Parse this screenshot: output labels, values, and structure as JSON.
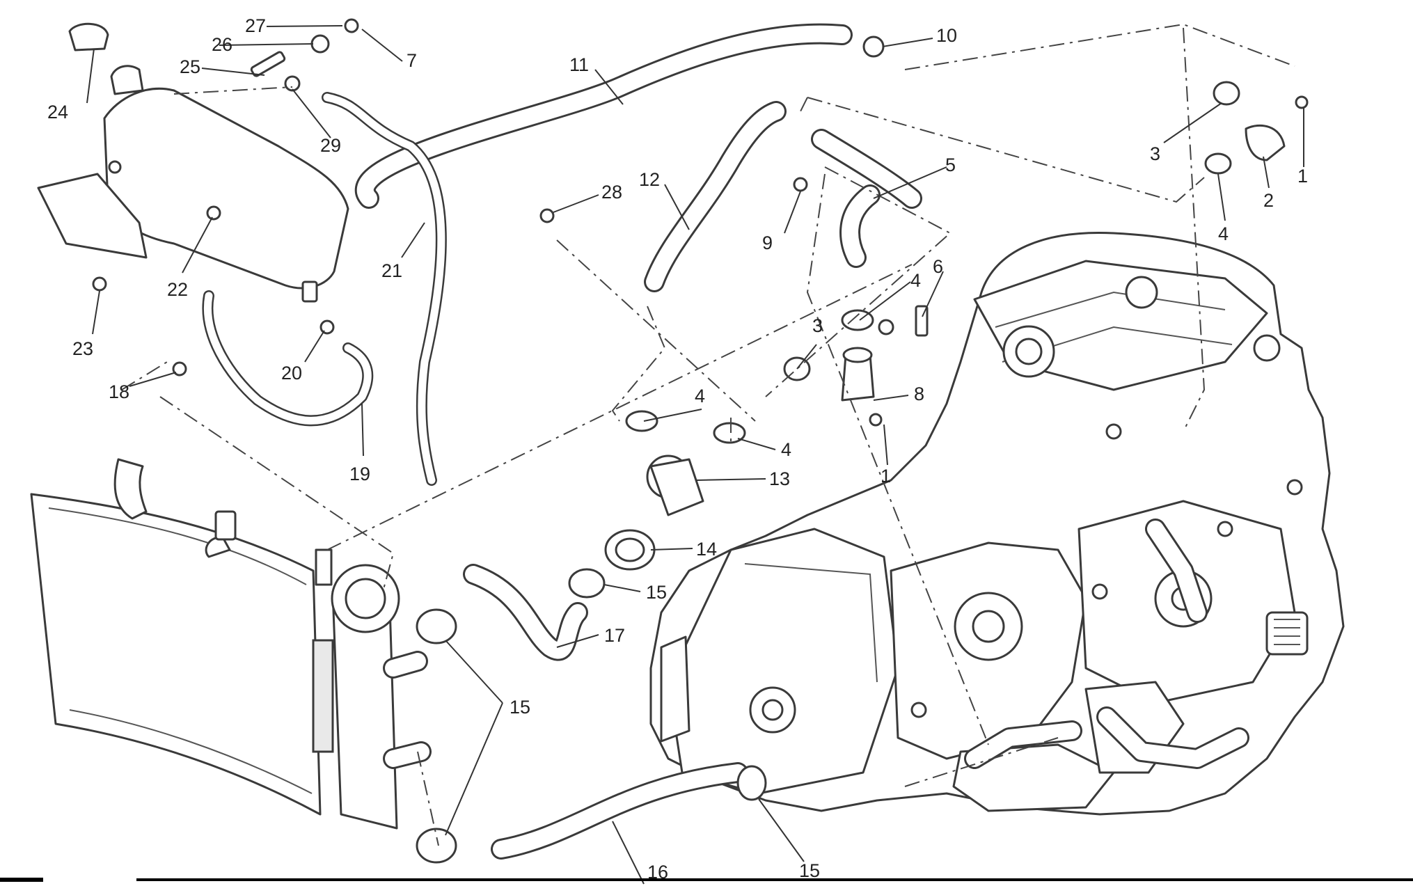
{
  "diagram": {
    "callouts": [
      {
        "label": "1",
        "name": "part-1-bolt-upper"
      },
      {
        "label": "2",
        "name": "part-2-hose-fitting"
      },
      {
        "label": "3",
        "name": "part-3-clip-upper"
      },
      {
        "label": "4",
        "name": "part-4-clamp-upper"
      },
      {
        "label": "5",
        "name": "part-5-tee-hose"
      },
      {
        "label": "6",
        "name": "part-6-temp-sensor"
      },
      {
        "label": "9",
        "name": "part-9-small-clamp"
      },
      {
        "label": "10",
        "name": "part-10-hose-clip"
      },
      {
        "label": "11",
        "name": "part-11-long-hose"
      },
      {
        "label": "12",
        "name": "part-12-hose"
      },
      {
        "label": "28",
        "name": "part-28-clip"
      },
      {
        "label": "27",
        "name": "part-27-washer"
      },
      {
        "label": "26",
        "name": "part-26-washer"
      },
      {
        "label": "7",
        "name": "part-7-nut"
      },
      {
        "label": "25",
        "name": "part-25-stud"
      },
      {
        "label": "24",
        "name": "part-24-tank-cap"
      },
      {
        "label": "29",
        "name": "part-29-clip"
      },
      {
        "label": "21",
        "name": "part-21-overflow-hose"
      },
      {
        "label": "22",
        "name": "part-22-grommet"
      },
      {
        "label": "23",
        "name": "part-23-screw"
      },
      {
        "label": "20",
        "name": "part-20-fitting"
      },
      {
        "label": "18",
        "name": "part-18-clip"
      },
      {
        "label": "19",
        "name": "part-19-hose"
      },
      {
        "label": "4",
        "name": "part-4-clamp-mid"
      },
      {
        "label": "3",
        "name": "part-3-clip-mid"
      },
      {
        "label": "8",
        "name": "part-8-thermostat-housing"
      },
      {
        "label": "1",
        "name": "part-1-bolt-mid"
      },
      {
        "label": "4",
        "name": "part-4-clamp-left"
      },
      {
        "label": "4",
        "name": "part-4-clamp-right"
      },
      {
        "label": "13",
        "name": "part-13-thermostat"
      },
      {
        "label": "14",
        "name": "part-14-seal-ring"
      },
      {
        "label": "15",
        "name": "part-15-clamp-mid"
      },
      {
        "label": "17",
        "name": "part-17-hose"
      },
      {
        "label": "15",
        "name": "part-15-clamp-group"
      },
      {
        "label": "16",
        "name": "part-16-lower-hose"
      },
      {
        "label": "15",
        "name": "part-15-clamp-lower"
      }
    ]
  }
}
